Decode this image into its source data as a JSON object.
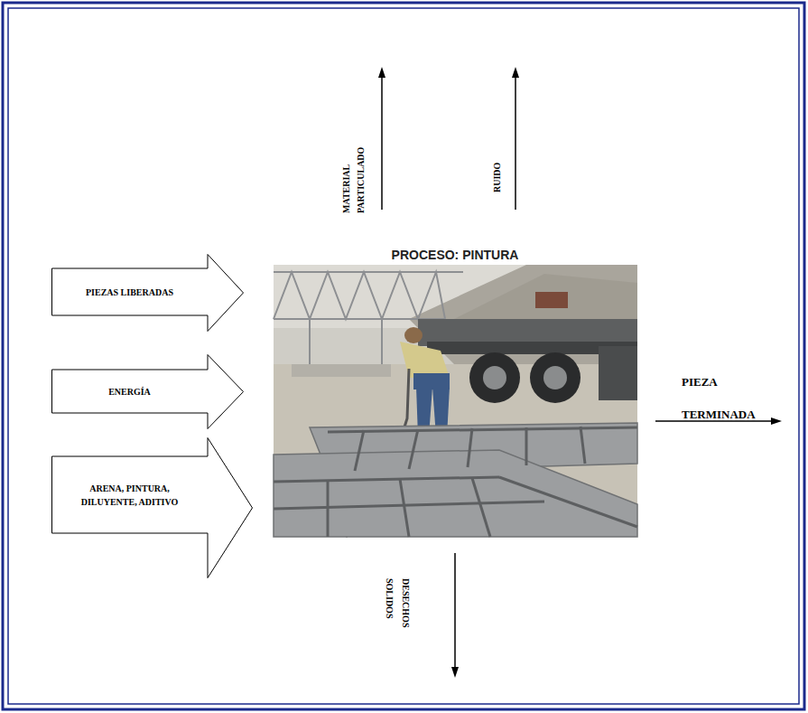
{
  "diagram": {
    "title": "PROCESO: PINTURA",
    "nodes": [
      {
        "text": [
          "PIEZAS LIBERADAS"
        ]
      },
      {
        "text": [
          "ENERGÍA"
        ]
      },
      {
        "text": [
          "ARENA, PINTURA, DILUYENTE, ADITIVO"
        ]
      }
    ],
    "labels": [
      "MATERIAL PARTICULADO",
      "RUIDO",
      "PIEZA TERMINADA",
      "DESECHOS SOLIDOS"
    ]
  }
}
